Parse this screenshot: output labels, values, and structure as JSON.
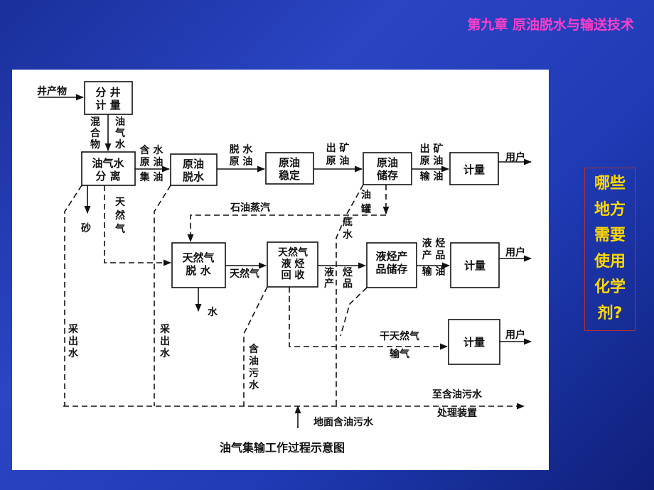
{
  "slide": {
    "title": "第九章  原油脱水与输送技术",
    "question_lines": [
      "哪些",
      "地方",
      "需要",
      "使用",
      "化学",
      "剂?"
    ]
  },
  "diagram": {
    "caption": "油气集输工作过程示意图",
    "boxes": {
      "split": [
        "分 井",
        "计 量"
      ],
      "separate": [
        "油气水",
        "分 离"
      ],
      "dehydrate": [
        "原油",
        "脱水"
      ],
      "stabilize": [
        "原油",
        "稳定"
      ],
      "storage": [
        "原油",
        "储存"
      ],
      "meter1": [
        "计量"
      ],
      "gas_dehydrate": [
        "天然气",
        "脱   水"
      ],
      "ngl_recover": [
        "天然气",
        "液  烃",
        "回  收"
      ],
      "lpg_storage": [
        "液烃产",
        "品储存"
      ],
      "meter2": [
        "计量"
      ],
      "meter3": [
        "计量"
      ]
    },
    "labels": {
      "well_product": "井产物",
      "mixture": [
        "混",
        "合",
        "物"
      ],
      "oil_gas_water": [
        "油",
        "气",
        "水"
      ],
      "water_oil": [
        "含 水",
        "原 油",
        "集 油"
      ],
      "dewatered": [
        "脱 水",
        "原 油"
      ],
      "outflow_crude": [
        "出 矿",
        "原 油"
      ],
      "outflow_transport": [
        "出 矿",
        "原 油",
        "输 油"
      ],
      "user1": "用户",
      "user2": "用户",
      "user3": "用户",
      "sand": "砂",
      "natural_gas_v": [
        "天",
        "然",
        "气"
      ],
      "oil_vapor": "石油蒸汽",
      "tank_bottom": [
        "油",
        "罐",
        "底",
        "水"
      ],
      "natural_gas_h": "天然气",
      "water": "水",
      "liquid_prod": [
        "液",
        "产"
      ],
      "hydrocarbon": [
        "烃",
        "品"
      ],
      "lpg_out": [
        "液 烃",
        "产 品",
        "输 油"
      ],
      "dry_gas": "干天然气",
      "gas_transport": "输气",
      "produced_water_1": [
        "采",
        "出",
        "水"
      ],
      "produced_water_2": [
        "采",
        "出",
        "水"
      ],
      "oily_sewage": [
        "含",
        "油",
        "污",
        "水"
      ],
      "to_plant": [
        "至含油污水",
        "处理装置"
      ],
      "ground_water": "地面含油污水"
    }
  }
}
